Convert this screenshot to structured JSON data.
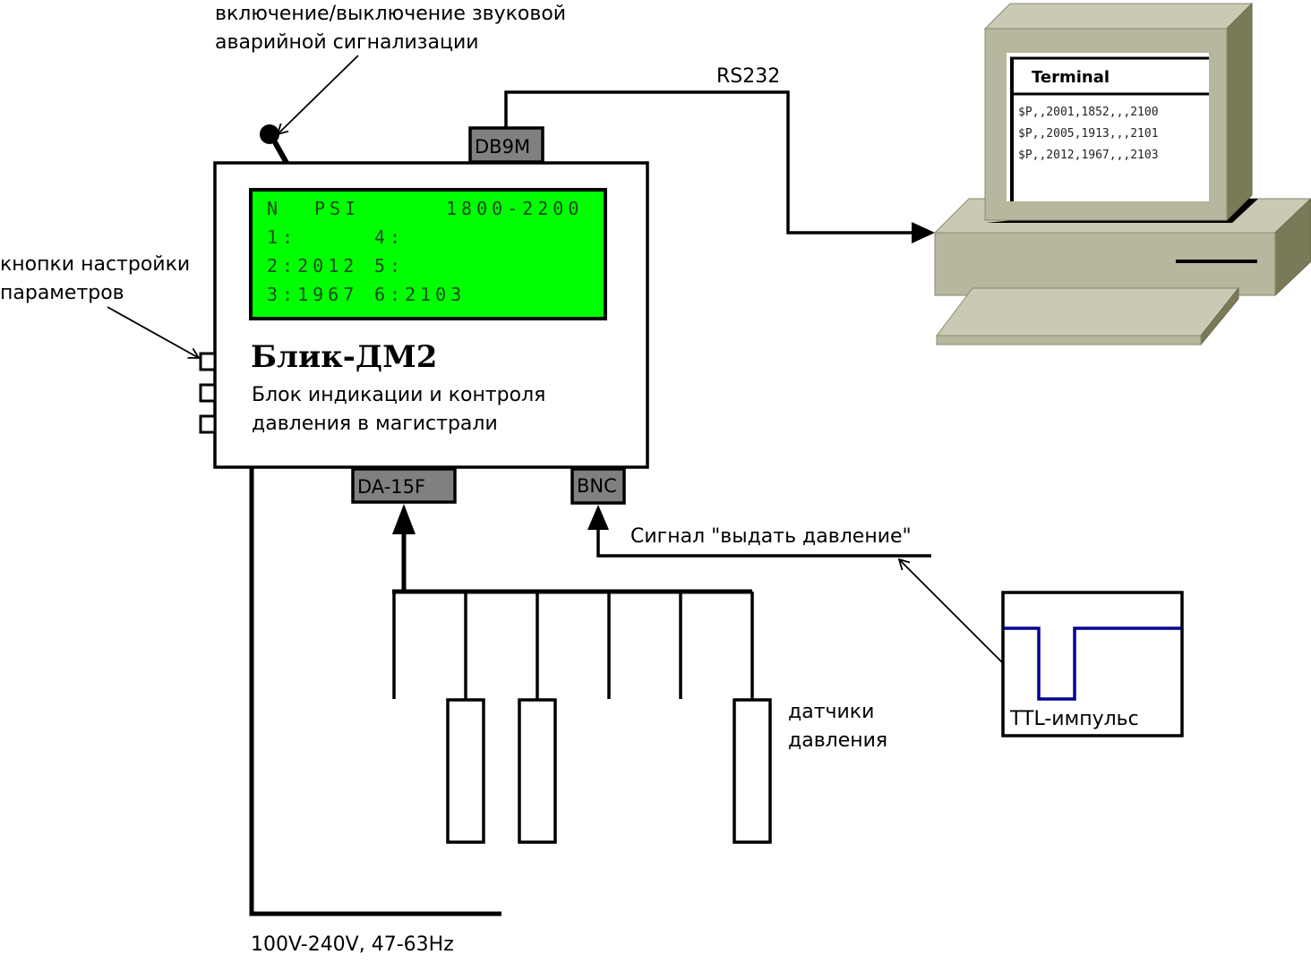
{
  "labels": {
    "alarm_line1": "включение/выключение звуковой",
    "alarm_line2": "аварийной сигнализации",
    "buttons_line1": "кнопки настройки",
    "buttons_line2": "параметров",
    "rs232": "RS232",
    "signal": "Сигнал \"выдать давление\"",
    "sensors_line1": "датчики",
    "sensors_line2": "давления",
    "power": "100V-240V, 47-63Hz",
    "ttl": "TTL-импульс"
  },
  "device": {
    "name": "Блик-ДМ2",
    "desc_line1": "Блок индикации и контроля",
    "desc_line2": "давления в магистрали",
    "lcd": {
      "color": "#00ff00",
      "rows": [
        [
          "N",
          "PSI",
          "1800-2200"
        ],
        [
          "1:",
          "4:"
        ],
        [
          "2:2012",
          "5:"
        ],
        [
          "3:1967",
          "6:2103"
        ]
      ]
    },
    "connectors": {
      "db9m": "DB9M",
      "da15f": "DA-15F",
      "bnc": "BNC"
    },
    "button_count": 3
  },
  "computer": {
    "window_title": "Terminal",
    "lines": [
      "$P,,2001,1852,,,2100",
      "$P,,2005,1913,,,2101",
      "$P,,2012,1967,,,2103"
    ]
  },
  "colors": {
    "connector_fill": "#808080",
    "case_face": "#b7b79d",
    "case_light": "#c9c9b4",
    "case_dark": "#7a7a59",
    "ttl_wave": "#000090"
  }
}
